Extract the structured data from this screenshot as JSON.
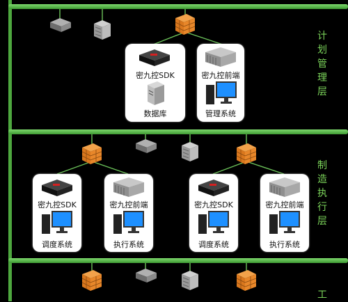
{
  "layers": {
    "plan": [
      "计",
      "划",
      "管",
      "理",
      "层"
    ],
    "make": [
      "制",
      "造",
      "执",
      "行",
      "层"
    ],
    "bottom": [
      "工"
    ]
  },
  "top_card1": {
    "a": "密九控SDK",
    "b": "数据库"
  },
  "top_card2": {
    "a": "密九控前端",
    "b": "管理系统"
  },
  "mid_card1": {
    "a": "密九控SDK",
    "b": "调度系统"
  },
  "mid_card2": {
    "a": "密九控前端",
    "b": "执行系统"
  },
  "mid_card3": {
    "a": "密九控SDK",
    "b": "调度系统"
  },
  "mid_card4": {
    "a": "密九控前端",
    "b": "执行系统"
  },
  "colors": {
    "bus": "#4ea83f",
    "firewall": "#e8872a",
    "label": "#7bd35a"
  }
}
